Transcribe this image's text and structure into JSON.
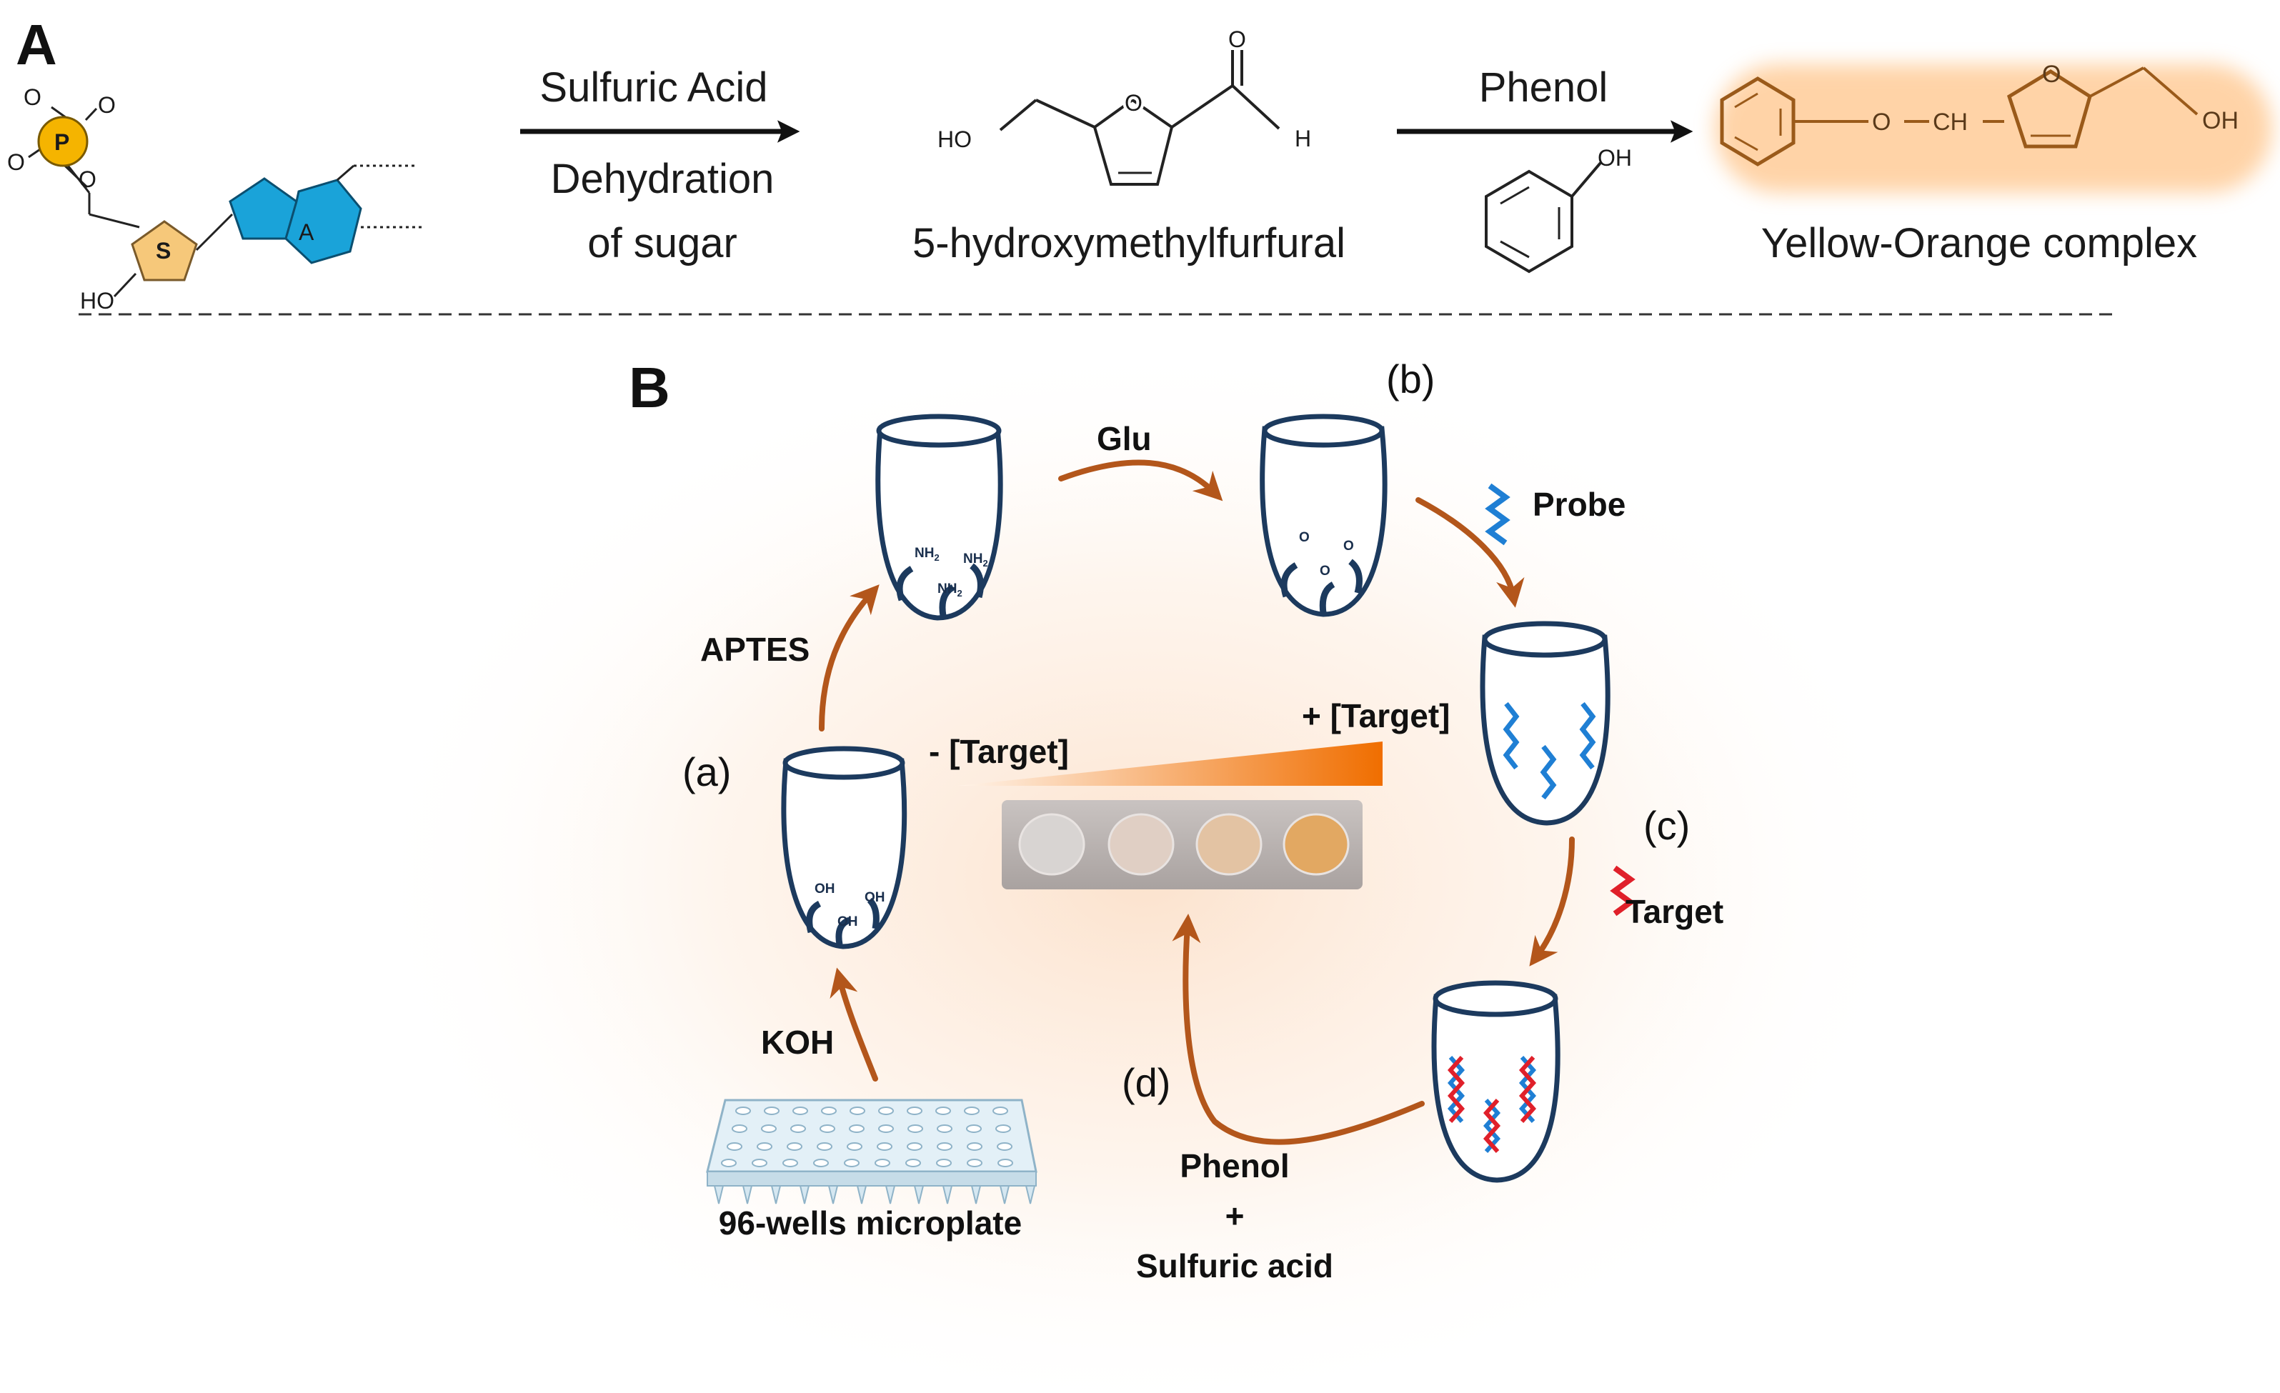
{
  "panel_a": {
    "letter": "A",
    "nucleotide": {
      "phosphate": "P",
      "sugar": "S",
      "base": "A",
      "hydroxyl": "HO",
      "oxygen": "O"
    },
    "step1": {
      "reagent": "Sulfuric Acid",
      "process_line1": "Dehydration",
      "process_line2": "of sugar"
    },
    "intermediate": {
      "name": "5-hydroxymethylfurfural",
      "ho": "HO",
      "h": "H",
      "o": "O"
    },
    "step2": {
      "reagent": "Phenol",
      "oh": "OH"
    },
    "product": {
      "name": "Yellow-Orange complex",
      "o_ch": "O",
      "ch": "CH",
      "oh": "OH"
    }
  },
  "panel_b": {
    "letter": "B",
    "steps": {
      "a": "(a)",
      "b": "(b)",
      "c": "(c)",
      "d": "(d)"
    },
    "reagents": {
      "koh": "KOH",
      "aptes": "APTES",
      "glu": "Glu",
      "probe": "Probe",
      "target": "Target",
      "phenol": "Phenol",
      "plus": "+",
      "sulfuric": "Sulfuric acid"
    },
    "microplate_label": "96-wells microplate",
    "gradient": {
      "low": "- [Target]",
      "high": "+ [Target]"
    },
    "groups": {
      "oh": "OH",
      "nh2": "NH",
      "nh2_sub": "2",
      "cho": "O"
    }
  },
  "colors": {
    "tube_stroke": "#1c3a5e",
    "arrow": "#b3561b",
    "probe_blue": "#1f7fd4",
    "target_red": "#e0202a",
    "phosphate": "#f5b400",
    "sugar": "#f6c87a",
    "base": "#1aa3d9",
    "product_glow": "#ffb060"
  }
}
